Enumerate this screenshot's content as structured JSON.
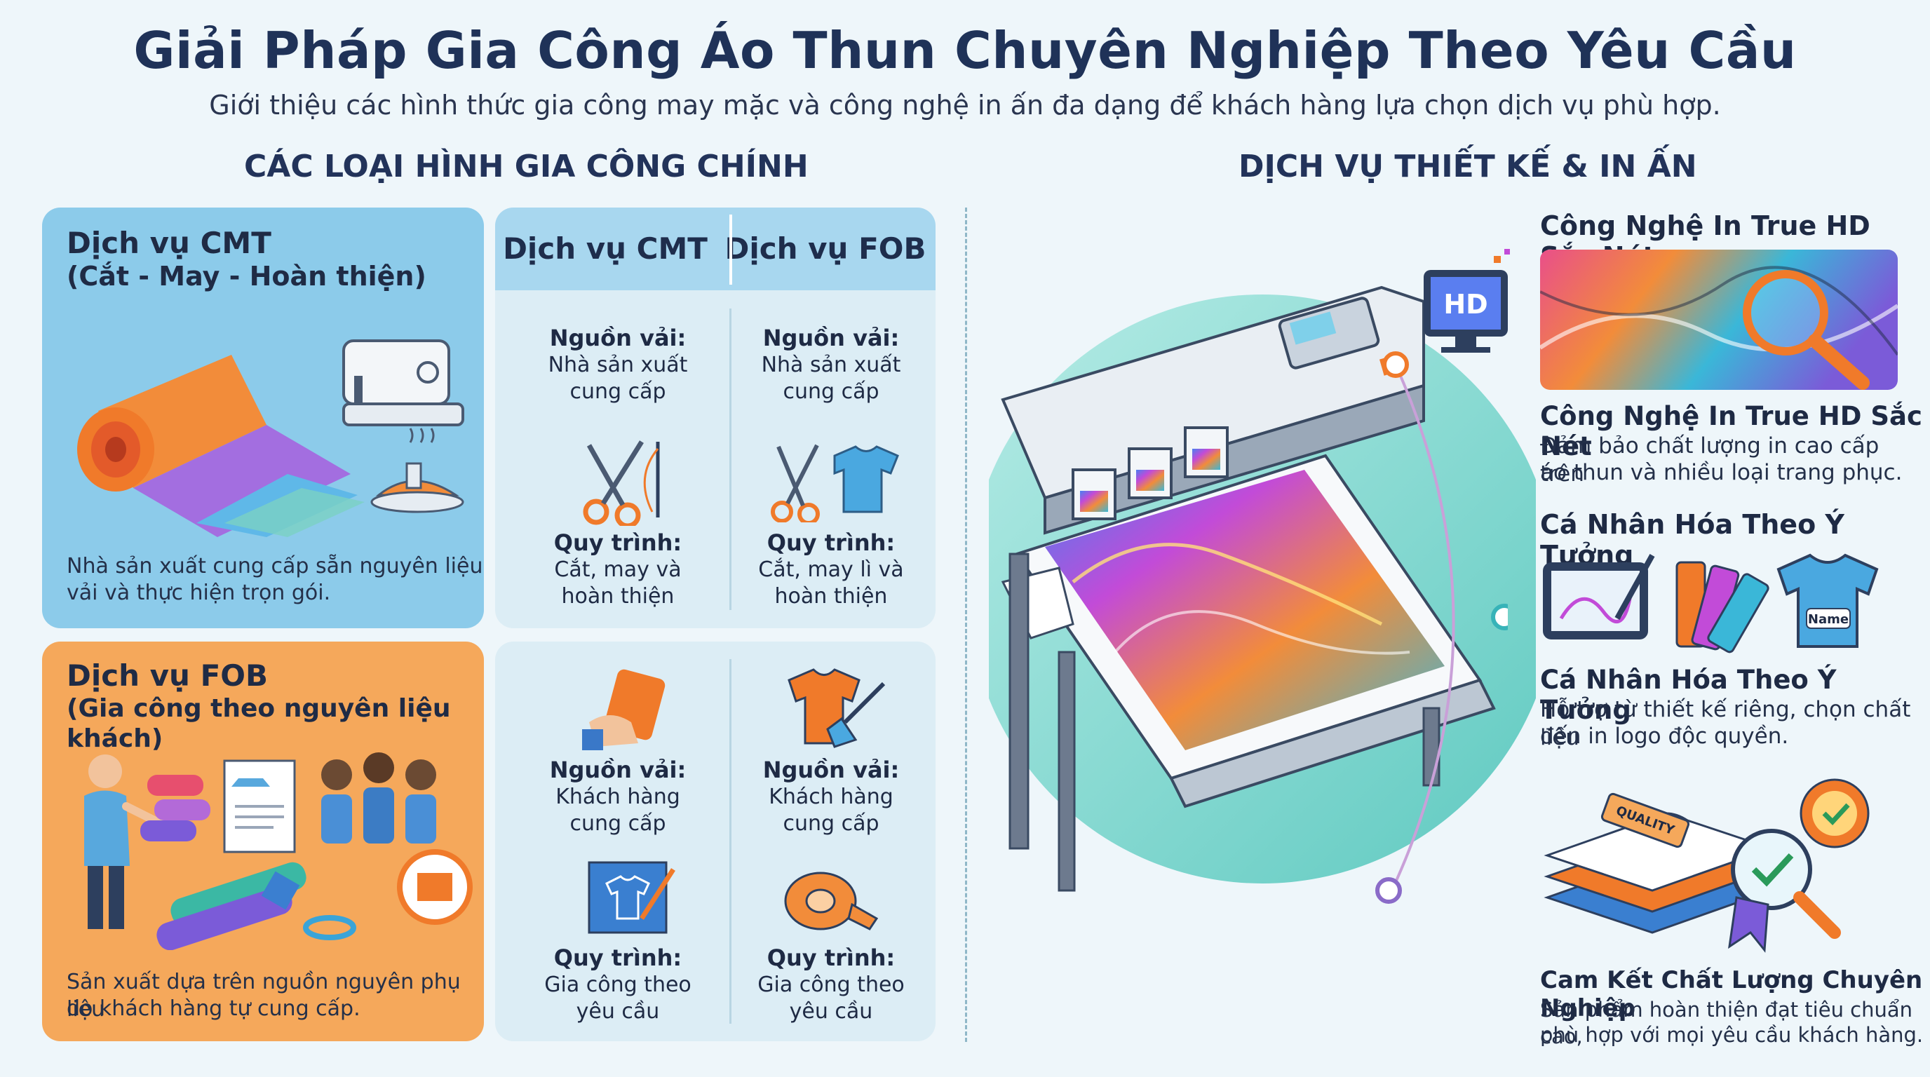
{
  "header": {
    "title": "Giải Pháp Gia Công Áo Thun Chuyên Nghiệp Theo Yêu Cầu",
    "subtitle": "Giới thiệu các hình thức gia công may mặc và công nghệ in ấn đa dạng để khách hàng lựa chọn dịch vụ phù hợp."
  },
  "left_section": {
    "heading": "CÁC LOẠI HÌNH GIA CÔNG CHÍNH",
    "cmt_card": {
      "title_line1": "Dịch vụ CMT",
      "title_line2": "(Cắt - May - Hoàn thiện)",
      "desc_line1": "Nhà sản xuất cung cấp sẵn nguyên liệu",
      "desc_line2": "vải và thực hiện trọn gói."
    },
    "fob_card": {
      "title_line1": "Dịch vụ FOB",
      "title_line2": "(Gia công theo nguyên liệu khách)",
      "desc_line1": "Sản xuất dựa trên nguồn nguyên phụ liệu",
      "desc_line2": "do khách hàng tự cung cấp."
    },
    "compare_table": {
      "col1": "Dịch vụ CMT",
      "col2": "Dịch vụ FOB",
      "cells": [
        {
          "label": "Nguồn vải:",
          "line1": "Nhà sản xuất",
          "line2": "cung cấp"
        },
        {
          "label": "Nguồn vải:",
          "line1": "Nhà sản xuất",
          "line2": "cung cấp"
        },
        {
          "label": "Quy trình:",
          "line1": "Cắt, may và",
          "line2": "hoàn thiện"
        },
        {
          "label": "Quy trình:",
          "line1": "Cắt, may lì và",
          "line2": "hoàn thiện"
        },
        {
          "label": "Nguồn vải:",
          "line1": "Khách hàng",
          "line2": "cung cấp"
        },
        {
          "label": "Nguồn vải:",
          "line1": "Khách hàng",
          "line2": "cung cấp"
        },
        {
          "label": "Quy trình:",
          "line1": "Gia công theo",
          "line2": "yêu cầu"
        },
        {
          "label": "Quy trình:",
          "line1": "Gia công theo",
          "line2": "yêu cầu"
        }
      ]
    }
  },
  "right_section": {
    "heading": "DỊCH VỤ THIẾT KẾ & IN ẤN",
    "hd_badge": "HD",
    "name_badge": "Name",
    "quality_tag": "QUALITY",
    "features": [
      {
        "title": "Công Nghệ In True HD Sắc Nét",
        "desc_line1": "",
        "desc_line2": ""
      },
      {
        "title": "Công Nghệ In True HD Sắc Nét",
        "desc_line1": "Đảm bảo chất lượng in cao cấp trên",
        "desc_line2": "áo thun và nhiều loại trang phục."
      },
      {
        "title": "Cá Nhân Hóa Theo Ý Tưởng",
        "desc_line1": "",
        "desc_line2": ""
      },
      {
        "title": "Cá Nhân Hóa Theo Ý Tưởng",
        "desc_line1": "Hỗ trợ từ thiết kế riêng, chọn chất liệu",
        "desc_line2": "đến in logo độc quyền."
      },
      {
        "title": "Cam Kết Chất Lượng Chuyên Nghiệp",
        "desc_line1": "Sản phẩm hoàn thiện đạt tiêu chuẩn cao,",
        "desc_line2": "phù hợp với mọi yêu cầu khách hàng."
      }
    ]
  },
  "colors": {
    "cmt_card_bg": "#8ccbea",
    "fob_card_bg": "#f5a85b",
    "table_bg": "#dcedf5",
    "table_head_bg": "#a8d7ef",
    "title_color": "#1f3258",
    "accent_orange": "#f07a2a",
    "accent_teal": "#37b3b8"
  }
}
